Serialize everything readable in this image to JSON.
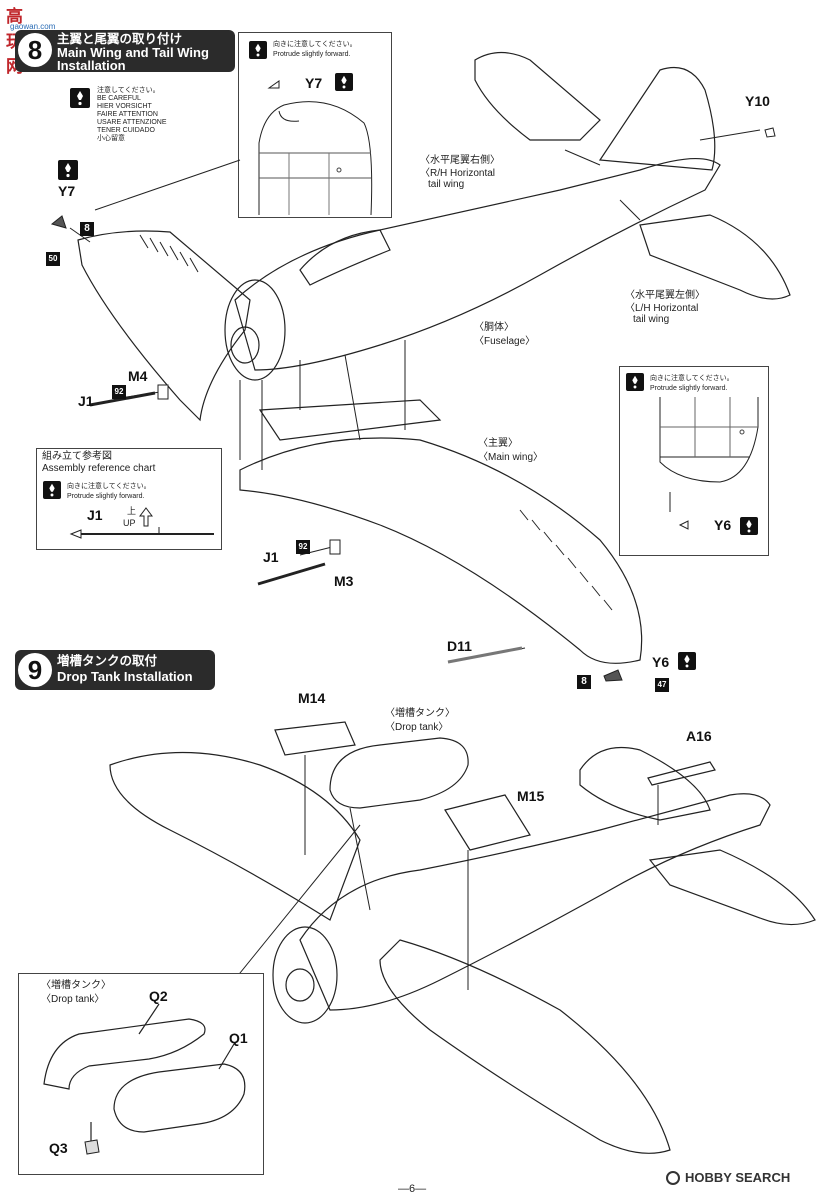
{
  "watermark_top": {
    "site_cn": "高玩网",
    "site_url": "gaowan.com"
  },
  "step8": {
    "number": "8",
    "title_jp": "主翼と尾翼の取り付け",
    "title_en_1": "Main Wing and Tail Wing",
    "title_en_2": "Installation"
  },
  "caution_block": {
    "lines": [
      "注意してください。",
      "BE CAREFUL",
      "HIER VORSICHT",
      "FAIRE ATTENTION",
      "USARE ATTENZIONE",
      "TENER CUIDADO",
      "小心留意"
    ]
  },
  "inset_tail": {
    "note_jp": "向きに注意してください。",
    "note_en": "Protrude slightly forward.",
    "part": "Y7"
  },
  "inset_wingtip": {
    "note_jp": "向きに注意してください。",
    "note_en": "Protrude slightly forward.",
    "part": "Y6"
  },
  "ref_chart": {
    "title_jp": "組み立て参考図",
    "title_en": "Assembly reference chart",
    "note_jp": "向きに注意してください。",
    "note_en": "Protrude slightly forward.",
    "part": "J1",
    "up_jp": "上",
    "up_en": "UP"
  },
  "labels8": {
    "y7_left": "Y7",
    "badge_8a": "8",
    "badge_50": "50",
    "y10": "Y10",
    "rh_jp": "水平尾翼右側",
    "rh_en_1": "R/H Horizontal",
    "rh_en_2": "tail wing",
    "lh_jp": "水平尾翼左側",
    "lh_en_1": "L/H Horizontal",
    "lh_en_2": "tail wing",
    "fus_jp": "胴体",
    "fus_en": "Fuselage",
    "mw_jp": "主翼",
    "mw_en": "Main wing",
    "m4": "M4",
    "j1a": "J1",
    "badge_92a": "92",
    "j1b": "J1",
    "badge_92b": "92",
    "m3": "M3",
    "d11": "D11",
    "y6": "Y6",
    "badge_8b": "8",
    "badge_47": "47"
  },
  "step9": {
    "number": "9",
    "title_jp": "増槽タンクの取付",
    "title_en": "Drop Tank Installation"
  },
  "labels9": {
    "m14": "M14",
    "dt_jp": "増槽タンク",
    "dt_en": "Drop tank",
    "m15": "M15",
    "a16": "A16"
  },
  "inset_tank": {
    "dt_jp": "増槽タンク",
    "dt_en": "Drop tank",
    "q2": "Q2",
    "q1": "Q1",
    "q3": "Q3"
  },
  "footer": {
    "page": "—6—",
    "watermark": "HOBBY SEARCH"
  }
}
